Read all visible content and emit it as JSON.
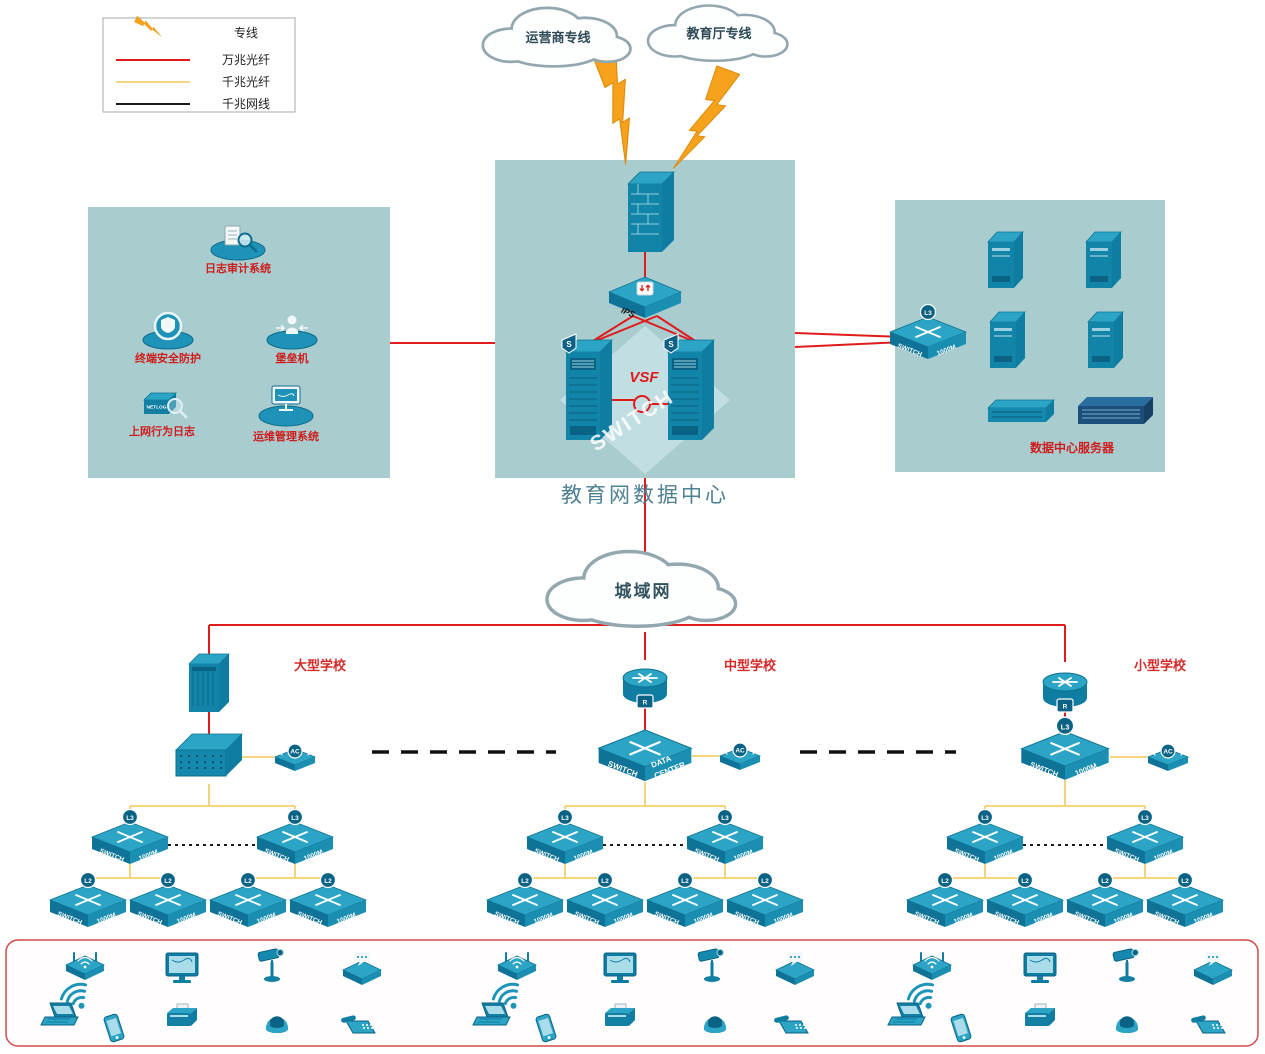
{
  "legend": {
    "items": [
      {
        "icon": "lightning-icon",
        "label": "专线"
      },
      {
        "icon": "red-line-icon",
        "label": "万兆光纤"
      },
      {
        "icon": "yellow-line-icon",
        "label": "千兆光纤"
      },
      {
        "icon": "black-line-icon",
        "label": "千兆网线"
      }
    ]
  },
  "clouds": {
    "isp": "运营商专线",
    "edu": "教育厅专线",
    "man": "城域网"
  },
  "datacenter": {
    "title": "教育网数据中心",
    "ips": "IPS",
    "vsf": "VSF",
    "watermark": "SWITCH",
    "shield": "S"
  },
  "security": {
    "audit": "日志审计系统",
    "endpoint": "终端安全防护",
    "bastion": "堡垒机",
    "netlog": "上网行为日志",
    "netlog_device": "NETLOG",
    "ops": "运维管理系统"
  },
  "servers": {
    "caption": "数据中心服务器"
  },
  "schools": {
    "large": "大型学校",
    "medium": "中型学校",
    "small": "小型学校"
  },
  "device_labels": {
    "switch": "SWITCH",
    "speed": "1000M",
    "l2": "L2",
    "l3": "L3",
    "ac": "AC",
    "r": "R",
    "data": "DATA",
    "center": "CENTER"
  },
  "colors": {
    "dedicated_line": "#f6a21c",
    "fiber_10g": "#e01b1c",
    "fiber_1g": "#f2cf6f",
    "cable_1g": "#1b1b1b",
    "panel": "#a9cccf",
    "device": "#1b8fb2",
    "label_red": "#cf1d1d"
  }
}
